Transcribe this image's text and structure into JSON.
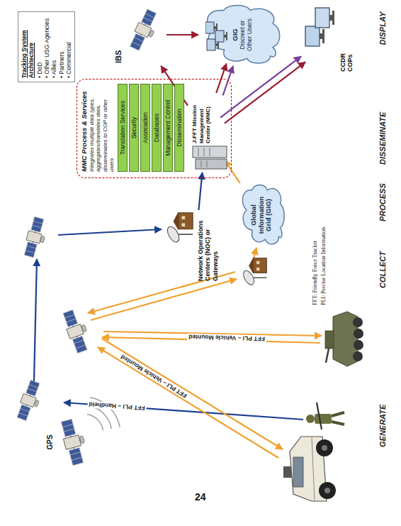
{
  "diagram": {
    "nodes": [
      {
        "text": [
          "Tracking System Architecture",
          "• DoD",
          "• Other USG Agencies",
          "• Allies",
          "• Partners",
          "• Commercial"
        ]
      },
      {
        "text": [
          "Network Operations Centers (NOC) or Gateways"
        ]
      },
      {
        "text": [
          "Global Information Grid (GIG)"
        ]
      },
      {
        "text": [
          "MMC Process & Services",
          "Integrates multiple data types, aggregates/translates data, disseminates to COP or other users"
        ]
      },
      {
        "text": [
          "Translation Services"
        ],
        "in": 3
      },
      {
        "text": [
          "Security"
        ],
        "in": 3
      },
      {
        "text": [
          "Association"
        ],
        "in": 3
      },
      {
        "text": [
          "Databases"
        ],
        "in": 3
      },
      {
        "text": [
          "Management Control"
        ],
        "in": 3
      },
      {
        "text": [
          "Dissemination"
        ],
        "in": 3
      },
      {
        "text": [
          "J-FFT Mission Management Center (MMC)"
        ],
        "in": 3
      },
      {
        "text": [
          "IBS"
        ]
      },
      {
        "text": [
          "GIG",
          "Discreet or Other Users"
        ]
      },
      {
        "text": [
          "CCDR COPs"
        ]
      }
    ],
    "edges": [
      {
        "from": 1,
        "to": 10,
        "arrow": "to"
      },
      {
        "from": 2,
        "to": 10,
        "arrow": "to"
      },
      {
        "from": 10,
        "to": 11,
        "arrow": "to"
      },
      {
        "from": 10,
        "to": 12,
        "arrow": "to"
      },
      {
        "from": 10,
        "to": 12,
        "arrow": "to"
      },
      {
        "from": 10,
        "to": 13,
        "arrow": "to"
      },
      {
        "from": 10,
        "to": 13,
        "arrow": "to"
      },
      {
        "from": 11,
        "to": 12,
        "arrow": "to"
      }
    ],
    "labels": [
      "GPS",
      "FFT PLI – Handheld",
      "FFT PLI – Vehicle Mounted",
      "FFT PLI – Vehicle Mounted",
      "FFT: Friendly Force Tracker",
      "PLI: Precise Location Information",
      "GENERATE",
      "COLLECT",
      "PROCESS",
      "DISSEMINATE",
      "DISPLAY",
      "24"
    ]
  }
}
